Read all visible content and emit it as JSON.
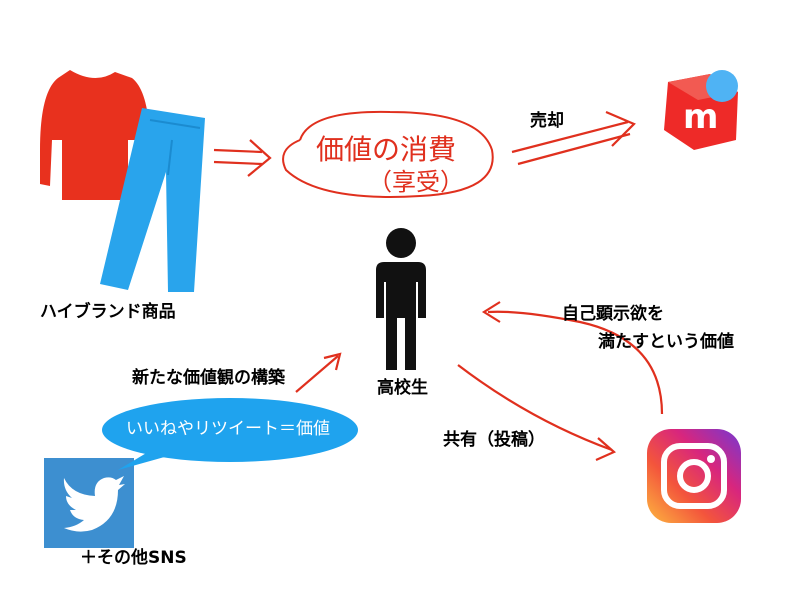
{
  "colors": {
    "red_ink": "#e0301e",
    "shirt": "#e8311e",
    "jeans": "#29a4ec",
    "mercari": "#ee2a28",
    "mercari_dot": "#4fb3f4",
    "bubble": "#1fa3ee",
    "twitter": "#3d8fd0"
  },
  "nodes": {
    "brand_goods": "ハイブランド商品",
    "value_consumption": "価値の消費",
    "enjoyment": "（享受）",
    "high_school_student": "高校生",
    "new_value_building": "新たな価値観の構築",
    "bubble_text": "いいねやリツイート＝価値",
    "other_sns": "＋その他SNS",
    "share_post": "共有（投稿）",
    "self_display_line1": "自己顕示欲を",
    "self_display_line2": "満たすという価値",
    "sell": "売却"
  },
  "icons": [
    "clothes-icon",
    "mercari-icon",
    "person-icon",
    "twitter-icon",
    "instagram-icon"
  ]
}
